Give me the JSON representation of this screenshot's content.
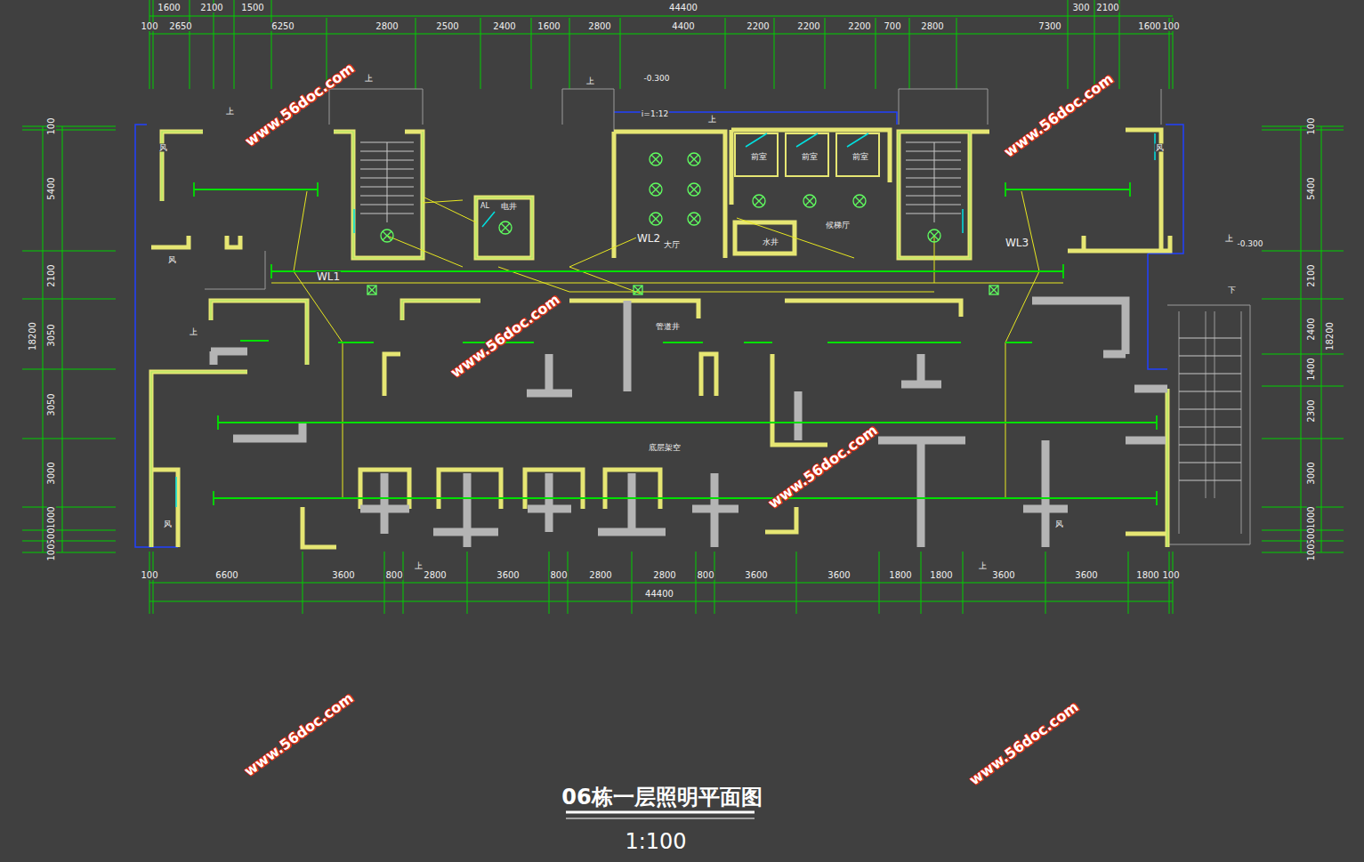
{
  "diagram": {
    "title": "06栋一层照明平面图",
    "caption": "1:100",
    "labels": [
      "1600",
      "2100",
      "1500",
      "44400",
      "300",
      "2100",
      "100",
      "2650",
      "6250",
      "2800",
      "2500",
      "2400",
      "1600",
      "2800",
      "4400",
      "2200",
      "2200",
      "2200",
      "700",
      "2800",
      "7300",
      "1600",
      "100",
      "100",
      "6600",
      "3600",
      "800",
      "2800",
      "3600",
      "800",
      "2800",
      "2800",
      "800",
      "3600",
      "3600",
      "1800",
      "1800",
      "3600",
      "3600",
      "1800",
      "100",
      "44400",
      "100",
      "5400",
      "2100",
      "3050",
      "3050",
      "3000",
      "1000",
      "500",
      "100",
      "18200",
      "100",
      "5400",
      "2100",
      "2400",
      "1400",
      "2300",
      "3000",
      "1000",
      "500",
      "100",
      "18200",
      "WL1",
      "WL2",
      "WL3",
      "大厅",
      "水井",
      "候梯厅",
      "前室",
      "前室",
      "前室",
      "电井",
      "AL",
      "管道井",
      "底层架空",
      "-0.300",
      "-0.300",
      "i=1:12",
      "上",
      "上",
      "上",
      "上",
      "上",
      "上",
      "上",
      "上",
      "下",
      "风",
      "风",
      "风",
      "风",
      "风",
      "www.56doc.com",
      "www.56doc.com",
      "www.56doc.com",
      "www.56doc.com",
      "www.56doc.com",
      "www.56doc.com"
    ]
  }
}
